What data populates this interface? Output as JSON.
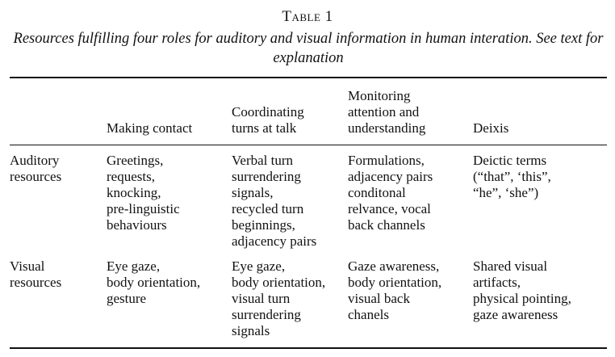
{
  "table": {
    "label": "Table 1",
    "caption": "Resources fulfilling four roles for auditory and visual information in human interation. See text for explanation",
    "headers": [
      "",
      "Making contact",
      "Coordinating\nturns at talk",
      "Monitoring\nattention and\nunderstanding",
      "Deixis"
    ],
    "rows": [
      {
        "label": "Auditory\nresources",
        "cells": [
          "Greetings,\nrequests,\nknocking,\npre-linguistic\nbehaviours",
          "Verbal turn\nsurrendering\nsignals,\nrecycled turn\nbeginnings,\nadjacency pairs",
          "Formulations,\nadjacency pairs\nconditonal\nrelvance, vocal\nback channels",
          "Deictic terms\n(“that”, ‘this”,\n“he”, ‘she”)"
        ]
      },
      {
        "label": "Visual\nresources",
        "cells": [
          "Eye gaze,\nbody orientation,\ngesture",
          "Eye gaze,\nbody orientation,\nvisual turn\nsurrendering\nsignals",
          "Gaze awareness,\nbody orientation,\nvisual back\nchanels",
          "Shared visual\nartifacts,\nphysical pointing,\ngaze awareness"
        ]
      }
    ]
  }
}
